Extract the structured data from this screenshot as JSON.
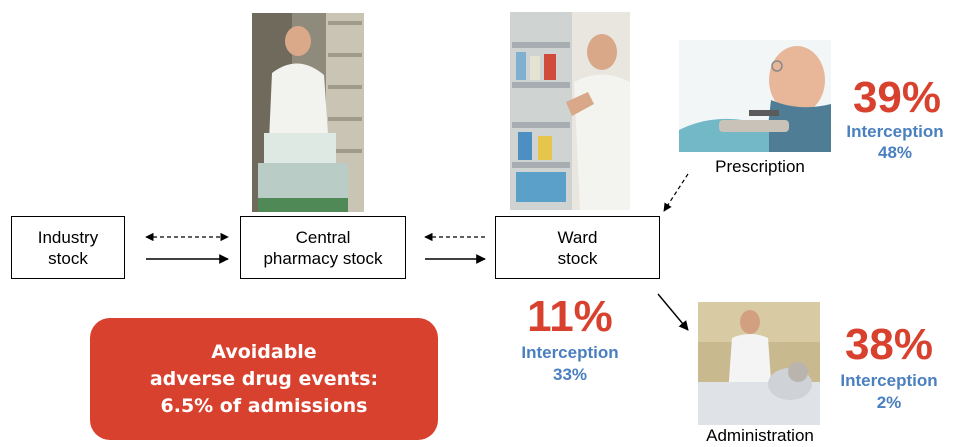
{
  "nodes": {
    "industry": {
      "line1": "Industry",
      "line2": "stock"
    },
    "central": {
      "line1": "Central",
      "line2": "pharmacy stock"
    },
    "ward": {
      "line1": "Ward",
      "line2": "stock"
    }
  },
  "captions": {
    "prescription": "Prescription",
    "administration": "Administration"
  },
  "stats": {
    "prescription": {
      "percent": "39%",
      "label": "Interception",
      "value": "48%"
    },
    "ward": {
      "percent": "11%",
      "label": "Interception",
      "value": "33%"
    },
    "administration": {
      "percent": "38%",
      "label": "Interception",
      "value": "2%"
    }
  },
  "callout": {
    "line1": "Avoidable",
    "line2": "adverse drug events:",
    "line3": "6.5% of admissions"
  },
  "colors": {
    "accent_red": "#d9412f",
    "interception_blue": "#4a7fc0"
  }
}
